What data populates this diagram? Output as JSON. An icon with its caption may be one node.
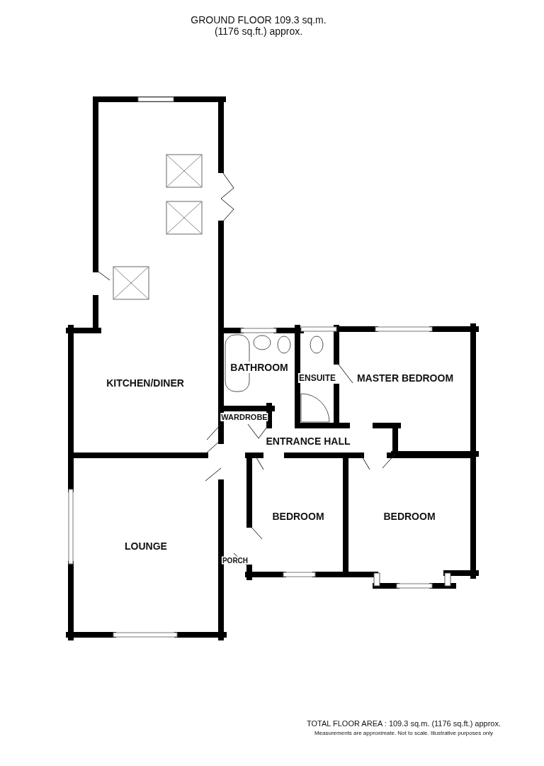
{
  "diagram": {
    "title": "GROUND FLOOR 109.3 sq.m. (1176 sq.ft.) approx.",
    "nodes": [
      {
        "text": [
          "KITCHEN/DINER"
        ]
      },
      {
        "text": [
          "BATHROOM"
        ]
      },
      {
        "text": [
          "ENSUITE"
        ]
      },
      {
        "text": [
          "MASTER BEDROOM"
        ]
      },
      {
        "text": [
          "WARDROBE"
        ]
      },
      {
        "text": [
          "ENTRANCE HALL"
        ]
      },
      {
        "text": [
          "LOUNGE"
        ]
      },
      {
        "text": [
          "PORCH"
        ]
      },
      {
        "text": [
          "BEDROOM"
        ]
      },
      {
        "text": [
          "BEDROOM"
        ]
      }
    ],
    "edges": [],
    "labels": [
      "TOTAL FLOOR AREA : 109.3 sq.m. (1176 sq.ft.) approx.",
      "Measurements are approximate.  Not to scale.  Illustrative purposes only"
    ]
  }
}
